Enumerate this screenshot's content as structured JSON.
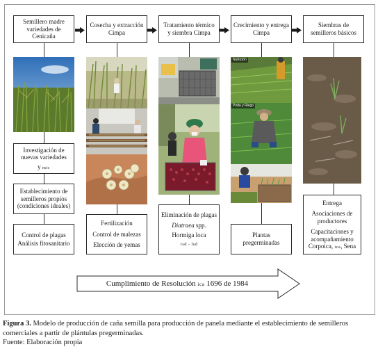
{
  "stages": [
    {
      "title": "Semillero madre variedades de Cenicaña"
    },
    {
      "title": "Cosecha y extracción Cimpa"
    },
    {
      "title": "Tratamiento térmico y siembra Cimpa"
    },
    {
      "title": "Crecimiento y entrega Cimpa"
    },
    {
      "title": "Siembras de semilleros básicos"
    }
  ],
  "col1": {
    "box1": {
      "line1": "Investigación de nuevas variedades",
      "line2_y": "y",
      "line2_mic": "mic"
    },
    "box2": "Establecimiento de semilleros propios (condiciones ideales)",
    "box3": {
      "line1": "Control de plagas",
      "line2": "Análisis fitosanitario"
    }
  },
  "col2": {
    "box": {
      "line1": "Fertilización",
      "line2": "Control de malezas",
      "line3": "Elección de yemas"
    }
  },
  "col3": {
    "box": {
      "line1": "Eliminación de plagas",
      "line2": "Diatraea",
      "line2b": " spp.",
      "line3": "Hormiga loca",
      "line4": "rsd - lsd"
    }
  },
  "col4": {
    "tag1": "Nutrición",
    "tag2": "Poda y Riego",
    "box": "Plantas pregerminadas"
  },
  "col5": {
    "box": {
      "line1": "Entrega",
      "line2": "Asociaciones de productores",
      "line3": "Capacitaciones y acompañamiento",
      "line4a": "Corpoica, ",
      "line4b": "ica",
      "line4c": ", Sena"
    }
  },
  "banner": {
    "pre": "Cumplimiento de Resolución ",
    "ica": "ica",
    "post": " 1696 de 1984"
  },
  "caption": {
    "label": "Figura 3.",
    "text": " Modelo de producción de caña semilla para producción de panela mediante el establecimiento de semilleros comerciales a partir de plántulas pregerminadas.",
    "source": "Fuente: Elaboración propia"
  },
  "colors": {
    "border": "#2a2a2a",
    "frame": "#9a9a9a"
  }
}
